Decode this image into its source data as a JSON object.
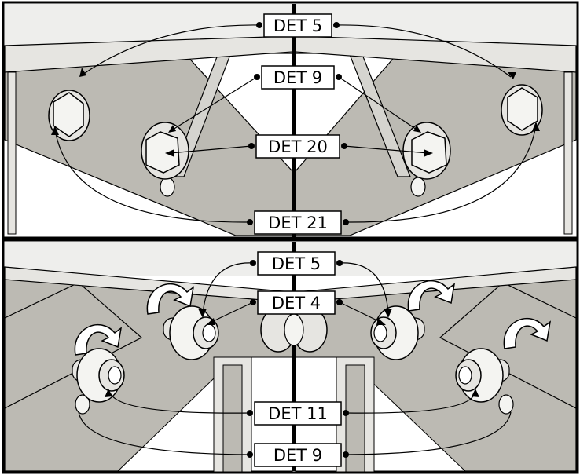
{
  "colors": {
    "background": "#ffffff",
    "frame_gray": "#bcbab3",
    "plate_light": "#e6e5e1",
    "metal_bright": "#f4f4f1",
    "line": "#000000"
  },
  "panels": [
    {
      "name": "top-panel",
      "callouts": [
        {
          "label": "DET 5"
        },
        {
          "label": "DET 9"
        },
        {
          "label": "DET 20"
        },
        {
          "label": "DET 21"
        }
      ]
    },
    {
      "name": "bottom-panel",
      "callouts": [
        {
          "label": "DET 5"
        },
        {
          "label": "DET 4"
        },
        {
          "label": "DET 11"
        },
        {
          "label": "DET 9"
        }
      ]
    }
  ]
}
